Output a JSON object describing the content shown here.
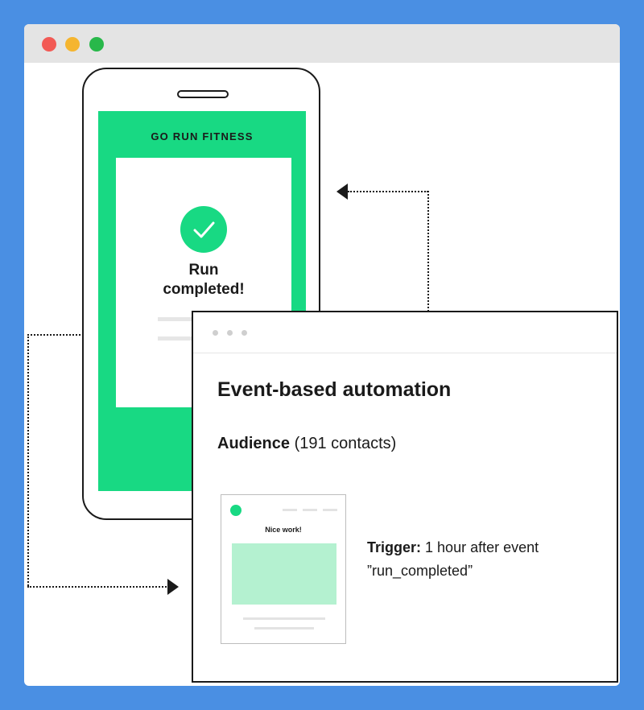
{
  "window": {
    "controls": [
      "close",
      "minimize",
      "maximize"
    ]
  },
  "phone": {
    "brand": "GO RUN FITNESS",
    "message_line1": "Run",
    "message_line2": "completed!",
    "icon": "check-icon"
  },
  "panel": {
    "title": "Event-based automation",
    "audience_label": "Audience",
    "audience_count": "(191 contacts)",
    "email_heading": "Nice work!",
    "trigger_label": "Trigger:",
    "trigger_text": "1 hour after event",
    "trigger_event": "”run_completed”"
  },
  "colors": {
    "background": "#4a8fe3",
    "accent_green": "#18d983",
    "light_green": "#b4f1d0"
  }
}
